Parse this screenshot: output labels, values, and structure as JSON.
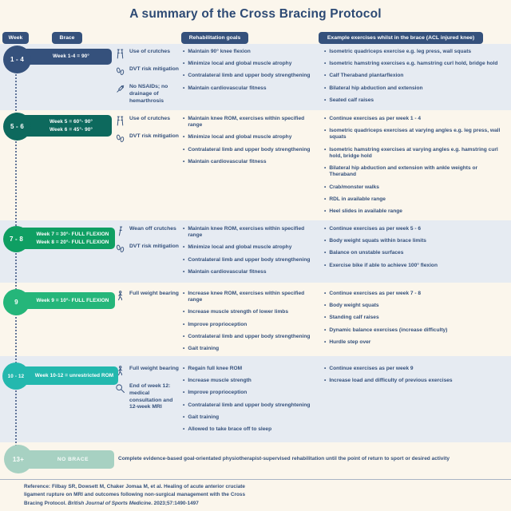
{
  "title": "A summary of the Cross Bracing Protocol",
  "header": {
    "week_label": "Week",
    "brace_label": "Brace",
    "goals_label": "Rehabilitation goals",
    "exercises_label": "Example exercises whilst in the brace (ACL injured knee)"
  },
  "colors": {
    "background": "#fbf6ec",
    "band": "#e6ebf2",
    "navy": "#35517c",
    "teal": "#0d695d",
    "green": "#0f9f63",
    "emerald": "#25b67a",
    "turquoise": "#23b8ae",
    "sage": "#a7d1c2",
    "title_text": "#2d4a74"
  },
  "rows": [
    {
      "week": "1 - 4",
      "color": "#35517c",
      "brace_lines": [
        "Week 1-4 = 90°"
      ],
      "notes": [
        {
          "icon": "crutches-icon",
          "label": "Use of crutches"
        },
        {
          "icon": "feet-icon",
          "label": "DVT risk mitigation"
        },
        {
          "icon": "syringe-icon",
          "label": "No NSAIDs; no drainage of hemarthrosis"
        }
      ],
      "goals": [
        "Maintain 90° knee flexion",
        "Minimize local and global muscle atrophy",
        "Contralateral limb and upper body strengthening",
        "Maintain cardiovascular fitness"
      ],
      "exercises": [
        "Isometric quadriceps exercise e.g. leg press, wall squats",
        "Isometric hamstring exercises e.g. hamstring curl hold, bridge hold",
        "Calf Theraband plantarflexion",
        "Bilateral hip abduction and extension",
        "Seated calf raises"
      ]
    },
    {
      "week": "5 - 6",
      "color": "#0d695d",
      "brace_lines": [
        "Week 5 = 60°- 90°",
        "Week 6 = 45°- 90°"
      ],
      "notes": [
        {
          "icon": "crutches-icon",
          "label": "Use of crutches"
        },
        {
          "icon": "feet-icon",
          "label": "DVT risk mitigation"
        }
      ],
      "goals": [
        "Maintain knee ROM, exercises within specified range",
        "Minimize local and global muscle atrophy",
        "Contralateral limb and upper body strengthening",
        "Maintain cardiovascular fitness"
      ],
      "exercises": [
        "Continue exercises as per week 1 - 4",
        "Isometric quadriceps exercises at varying angles e.g. leg press, wall squats",
        "Isometric hamstring exercises at varying angles e.g. hamstring curl hold, bridge hold",
        "Bilateral hip abduction and extension with ankle weights or Theraband",
        "Crab/monster walks",
        "RDL in available range",
        "Heel slides in available range"
      ]
    },
    {
      "week": "7 - 8",
      "color": "#0f9f63",
      "brace_lines": [
        "Week 7 = 30°- FULL FLEXION",
        "Week 8 = 20°- FULL FLEXION"
      ],
      "notes": [
        {
          "icon": "crutch-icon",
          "label": "Wean off crutches"
        },
        {
          "icon": "feet-icon",
          "label": "DVT risk mitigation"
        }
      ],
      "goals": [
        "Maintain knee ROM, exercises within specified range",
        "Minimize local and global muscle atrophy",
        "Contralateral limb and upper body strengthening",
        "Maintain cardiovascular fitness"
      ],
      "exercises": [
        "Continue exercises as per week 5 - 6",
        "Body weight squats within brace limits",
        "Balance on unstable surfaces",
        "Exercise bike if able to achieve 100° flexion"
      ]
    },
    {
      "week": "9",
      "color": "#25b67a",
      "brace_lines": [
        "Week 9 = 10°- FULL FLEXION"
      ],
      "notes": [
        {
          "icon": "person-walking-icon",
          "label": "Full weight bearing"
        }
      ],
      "goals": [
        "Increase knee ROM, exercises within specified range",
        "Increase muscle strength of lower limbs",
        "Improve proprioception",
        "Contralateral limb and upper body strengthening",
        "Gait training"
      ],
      "exercises": [
        "Continue exercises as per week 7 - 8",
        "Body weight squats",
        "Standing calf raises",
        "Dynamic balance exercises (increase difficulty)",
        "Hurdle step over"
      ]
    },
    {
      "week": "10 - 12",
      "color": "#23b8ae",
      "brace_lines": [
        "Week 10-12 = unrestricted ROM"
      ],
      "notes": [
        {
          "icon": "person-walking-icon",
          "label": "Full weight bearing"
        },
        {
          "icon": "magnifier-icon",
          "label": "End of week 12: medical consultation and 12-week MRI"
        }
      ],
      "goals": [
        "Regain full knee ROM",
        "Increase muscle strength",
        "Improve proprioception",
        "Contralateral limb and upper body strenghtening",
        "Gait training",
        "Allowed to take brace off to sleep"
      ],
      "exercises": [
        "Continue exercises as per week 9",
        "Increase load and difficulty of previous exercises"
      ]
    }
  ],
  "final_row": {
    "week": "13+",
    "brace": "NO BRACE",
    "color": "#a7d1c2",
    "text": "Complete evidence-based goal-orientated physiotherapist-supervised rehabilitation until the point of return to sport or desired activity"
  },
  "reference": {
    "prefix": "Reference: Filbay SR, Dowsett M, Chaker Jomaa M, et al. Healing of acute anterior cruciate ligament rupture on MRI and outcomes following non-surgical management with the Cross Bracing Protocol. ",
    "italic": "British Journal of Sports Medicine",
    "suffix": ". 2023;57:1490-1497"
  }
}
